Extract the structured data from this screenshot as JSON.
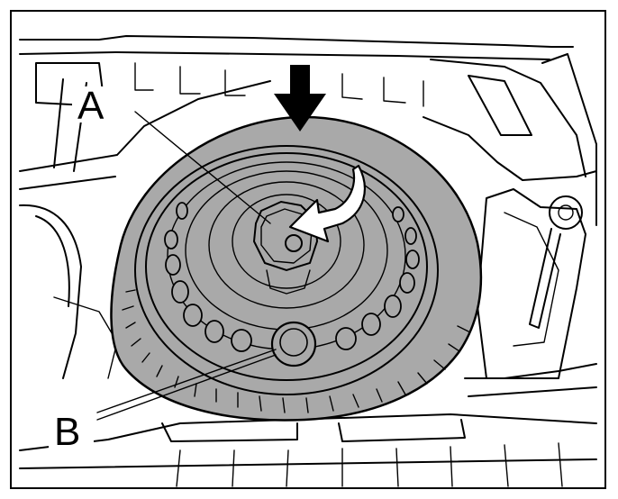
{
  "callouts": [
    {
      "id": "A",
      "label": "A"
    },
    {
      "id": "B",
      "label": "B"
    }
  ],
  "colors": {
    "tire": "#a9a9a9",
    "line": "#000000",
    "background": "#ffffff"
  },
  "icons": [
    "down-arrow-icon",
    "rotate-counterclockwise-arrow-icon"
  ]
}
